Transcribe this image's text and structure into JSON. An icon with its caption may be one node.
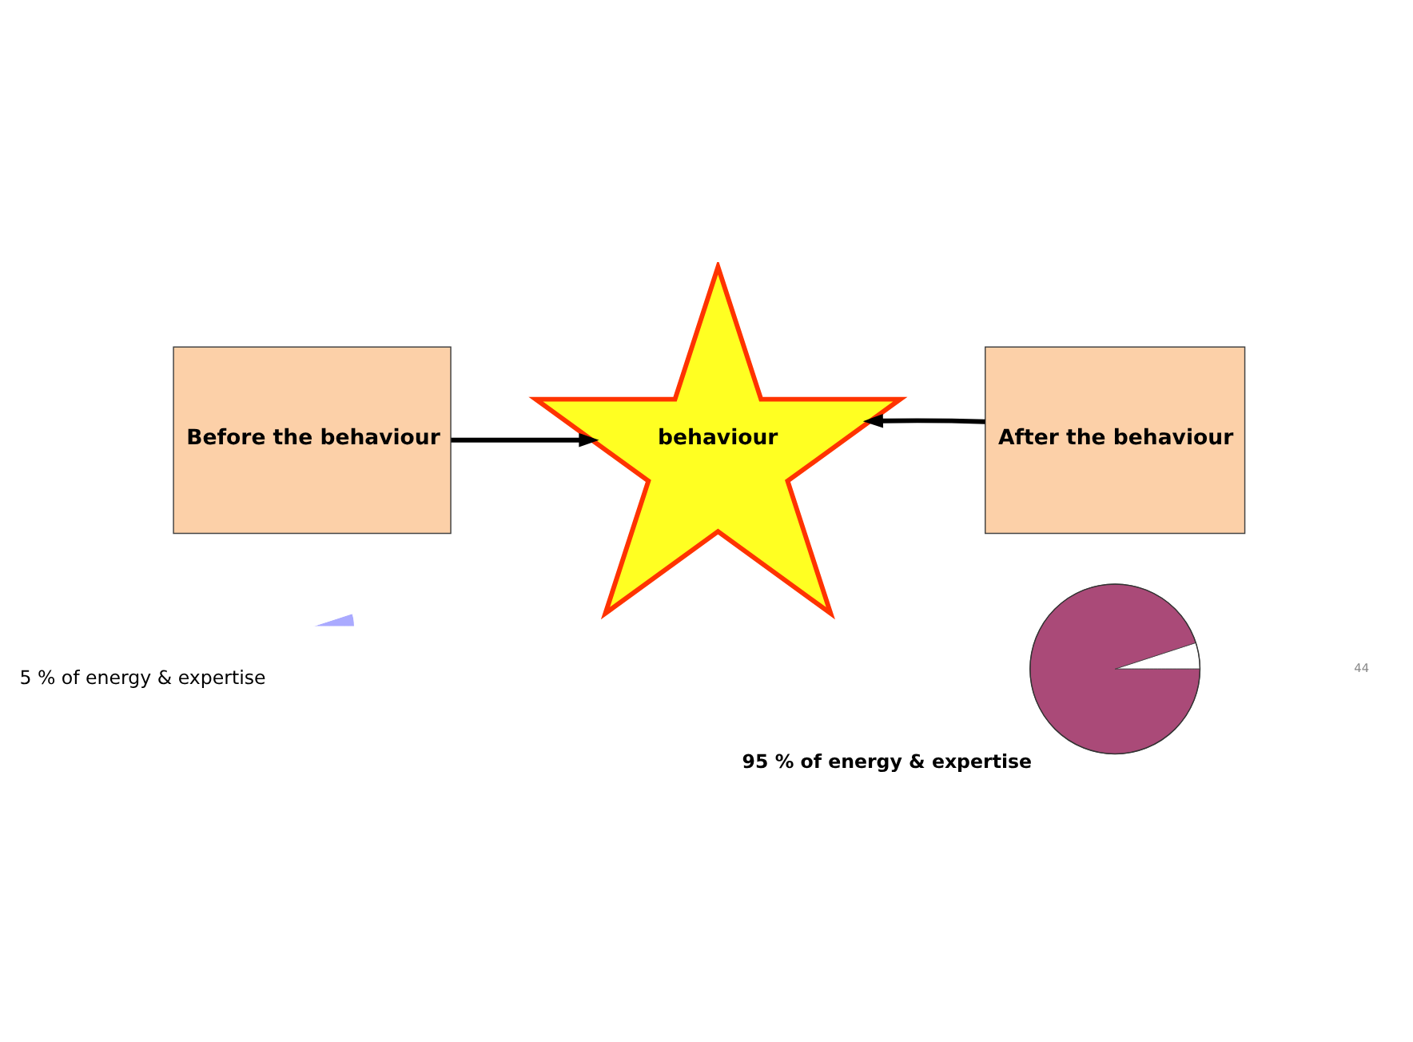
{
  "diagram": {
    "nodes": [
      {
        "text": [
          "Before the behaviour"
        ]
      },
      {
        "text": [
          "behaviour"
        ]
      },
      {
        "text": [
          "After the behaviour"
        ]
      },
      {
        "text": [],
        "shape": "wedge",
        "beside": [
          "5 % of energy & expertise"
        ]
      },
      {
        "text": [],
        "shape": "circle",
        "beside": [
          "95 % of energy & expertise"
        ]
      }
    ],
    "edges": [
      {
        "from": 0,
        "to": 1,
        "arrow": "to"
      },
      {
        "from": 2,
        "to": 1,
        "arrow": "to"
      }
    ],
    "labels": [
      "44"
    ]
  }
}
